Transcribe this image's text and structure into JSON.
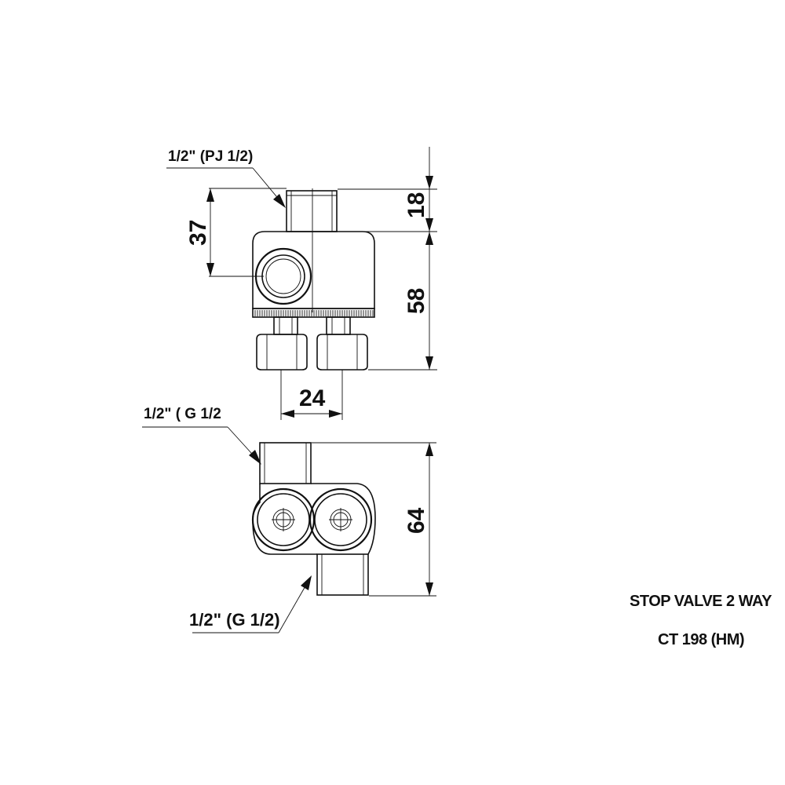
{
  "title": {
    "line1": "STOP VALVE 2 WAY",
    "line2": "CT 198 (HM)"
  },
  "dimensions": {
    "top_thread_height": "18",
    "body_height": "58",
    "port_offset": "37",
    "spacing": "24",
    "bottom_height": "64"
  },
  "callouts": {
    "top_inlet": "1/2\" (PJ 1/2)",
    "side_inlet": "1/2\" ( G 1/2",
    "bottom_outlet": "1/2\" (G 1/2)"
  }
}
